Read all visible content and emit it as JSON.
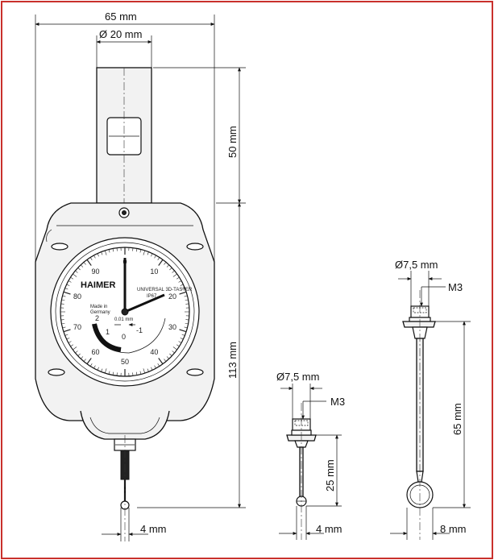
{
  "dimensions": {
    "total_width": "65 mm",
    "shank_diameter": "Ø 20 mm",
    "shank_length": "50 mm",
    "body_height": "113 mm",
    "main_tip": "4 mm",
    "short_probe_diameter": "Ø7,5 mm",
    "short_probe_thread": "M3",
    "short_probe_length": "25 mm",
    "short_probe_tip": "4 mm",
    "long_probe_diameter": "Ø7,5 mm",
    "long_probe_thread": "M3",
    "long_probe_length": "65 mm",
    "long_probe_tip": "8 mm"
  },
  "dial": {
    "brand": "HAIMER",
    "model_line1": "UNIVERSAL 3D-TASTER",
    "model_line2": "IP67",
    "made_in_line1": "Made in",
    "made_in_line2": "Germany",
    "resolution": "0.01 mm",
    "outer_scale": [
      "0",
      "10",
      "20",
      "30",
      "40",
      "50",
      "60",
      "70",
      "80",
      "90"
    ],
    "inner_scale": [
      "2",
      "1",
      "0",
      "-1"
    ]
  }
}
